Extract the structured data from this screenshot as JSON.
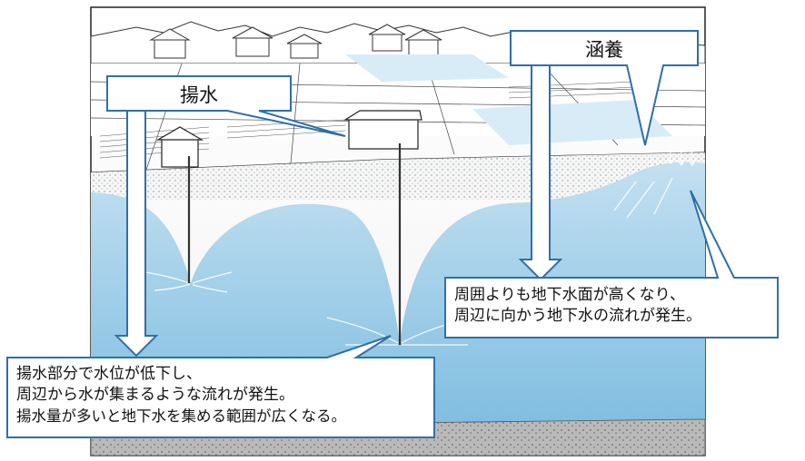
{
  "labels": {
    "pumping": "揚水",
    "recharge": "涵養"
  },
  "notes": {
    "pumping_lines": [
      "揚水部分で水位が低下し、",
      "周辺から水が集まるような流れが発生。",
      "揚水量が多いと地下水を集める範囲が広くなる。"
    ],
    "recharge_lines": [
      "周囲よりも地下水面が高くなり、",
      "周辺に向かう地下水の流れが発生。"
    ]
  },
  "colors": {
    "groundwater": "#a9d2ea",
    "groundwater_deep": "#7fbde0",
    "arrow_fill": "#ffffff",
    "arrow_stroke": "#2f6fa8",
    "callout_border": "#2f6fa8",
    "bedrock": "#b9b9b9"
  }
}
